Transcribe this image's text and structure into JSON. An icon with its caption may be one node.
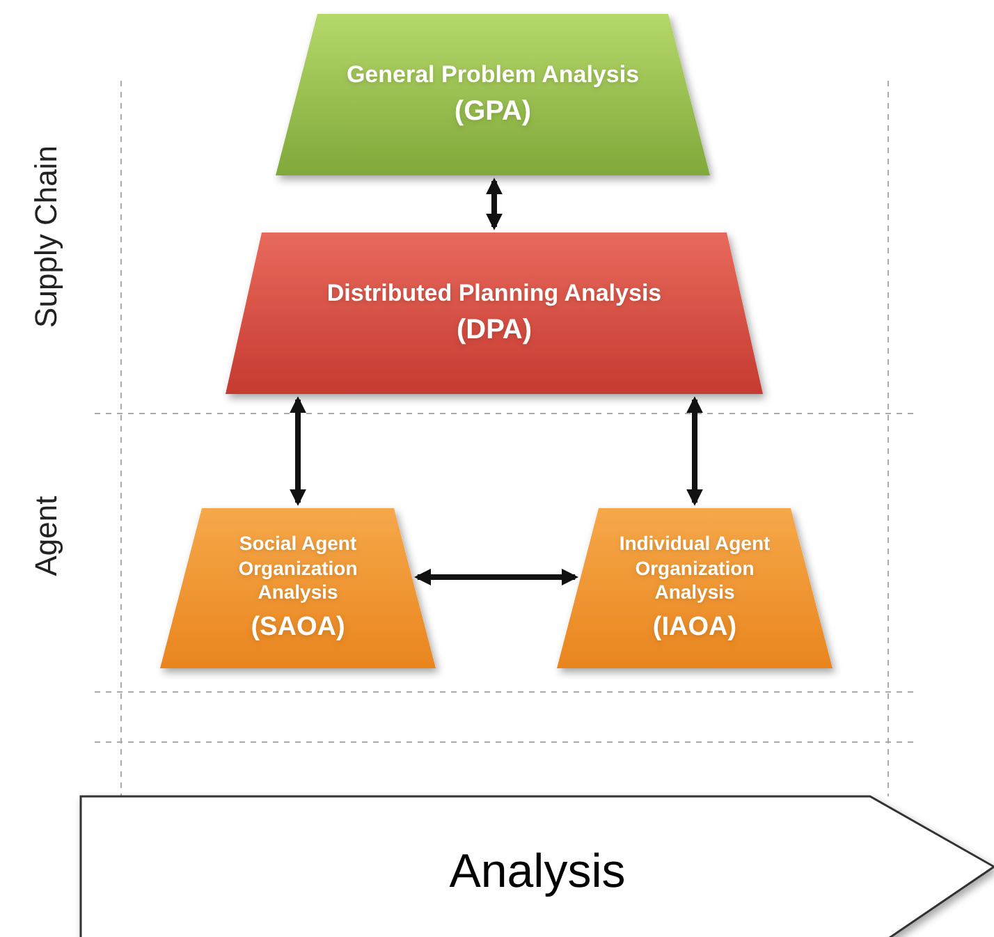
{
  "diagram": {
    "nodes": [
      {
        "text": [
          "General Problem Analysis",
          "(GPA)"
        ]
      },
      {
        "text": [
          "Distributed Planning Analysis",
          "(DPA)"
        ]
      },
      {
        "text": [
          "Social Agent Organization Analysis",
          "(SAOA)"
        ]
      },
      {
        "text": [
          "Individual Agent Organization Analysis",
          "(IAOA)"
        ]
      },
      {
        "text": [
          "Analysis"
        ]
      }
    ],
    "edges": [
      {
        "from": 0,
        "to": 1,
        "arrow": "both"
      },
      {
        "from": 1,
        "to": 2,
        "arrow": "both"
      },
      {
        "from": 1,
        "to": 3,
        "arrow": "both"
      },
      {
        "from": 2,
        "to": 3,
        "arrow": "both"
      }
    ],
    "labels": [
      "Supply Chain",
      "Agent"
    ]
  }
}
